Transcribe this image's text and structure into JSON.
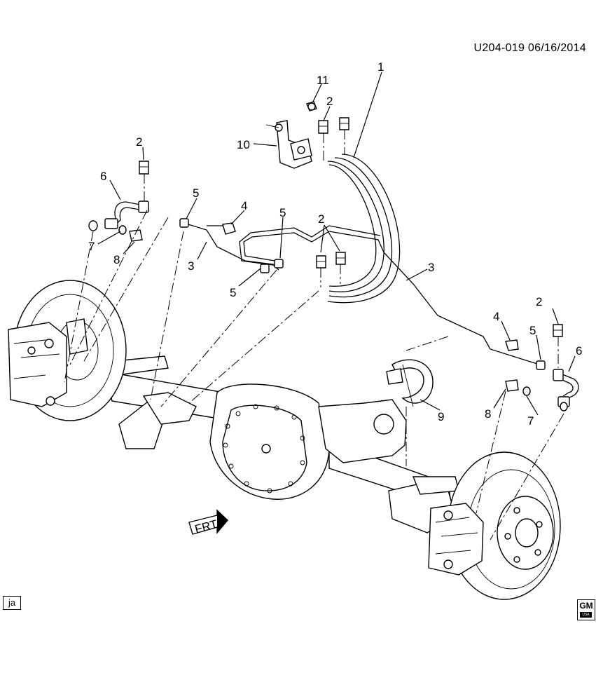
{
  "header": {
    "diagram_code": "U204-019 06/16/2014"
  },
  "footer": {
    "tag": "ja",
    "logo_text": "GM",
    "logo_subtext": "USA"
  },
  "callouts": [
    {
      "id": "c1",
      "label": "1"
    },
    {
      "id": "c2a",
      "label": "2"
    },
    {
      "id": "c2b",
      "label": "2"
    },
    {
      "id": "c2c",
      "label": "2"
    },
    {
      "id": "c2d",
      "label": "2"
    },
    {
      "id": "c3a",
      "label": "3"
    },
    {
      "id": "c3b",
      "label": "3"
    },
    {
      "id": "c4a",
      "label": "4"
    },
    {
      "id": "c4b",
      "label": "4"
    },
    {
      "id": "c5a",
      "label": "5"
    },
    {
      "id": "c5b",
      "label": "5"
    },
    {
      "id": "c5c",
      "label": "5"
    },
    {
      "id": "c5d",
      "label": "5"
    },
    {
      "id": "c6a",
      "label": "6"
    },
    {
      "id": "c6b",
      "label": "6"
    },
    {
      "id": "c7a",
      "label": "7"
    },
    {
      "id": "c7b",
      "label": "7"
    },
    {
      "id": "c8a",
      "label": "8"
    },
    {
      "id": "c8b",
      "label": "8"
    },
    {
      "id": "c9",
      "label": "9"
    },
    {
      "id": "c10",
      "label": "10"
    },
    {
      "id": "c11",
      "label": "11"
    }
  ],
  "direction_marker": {
    "label": "FRT"
  }
}
